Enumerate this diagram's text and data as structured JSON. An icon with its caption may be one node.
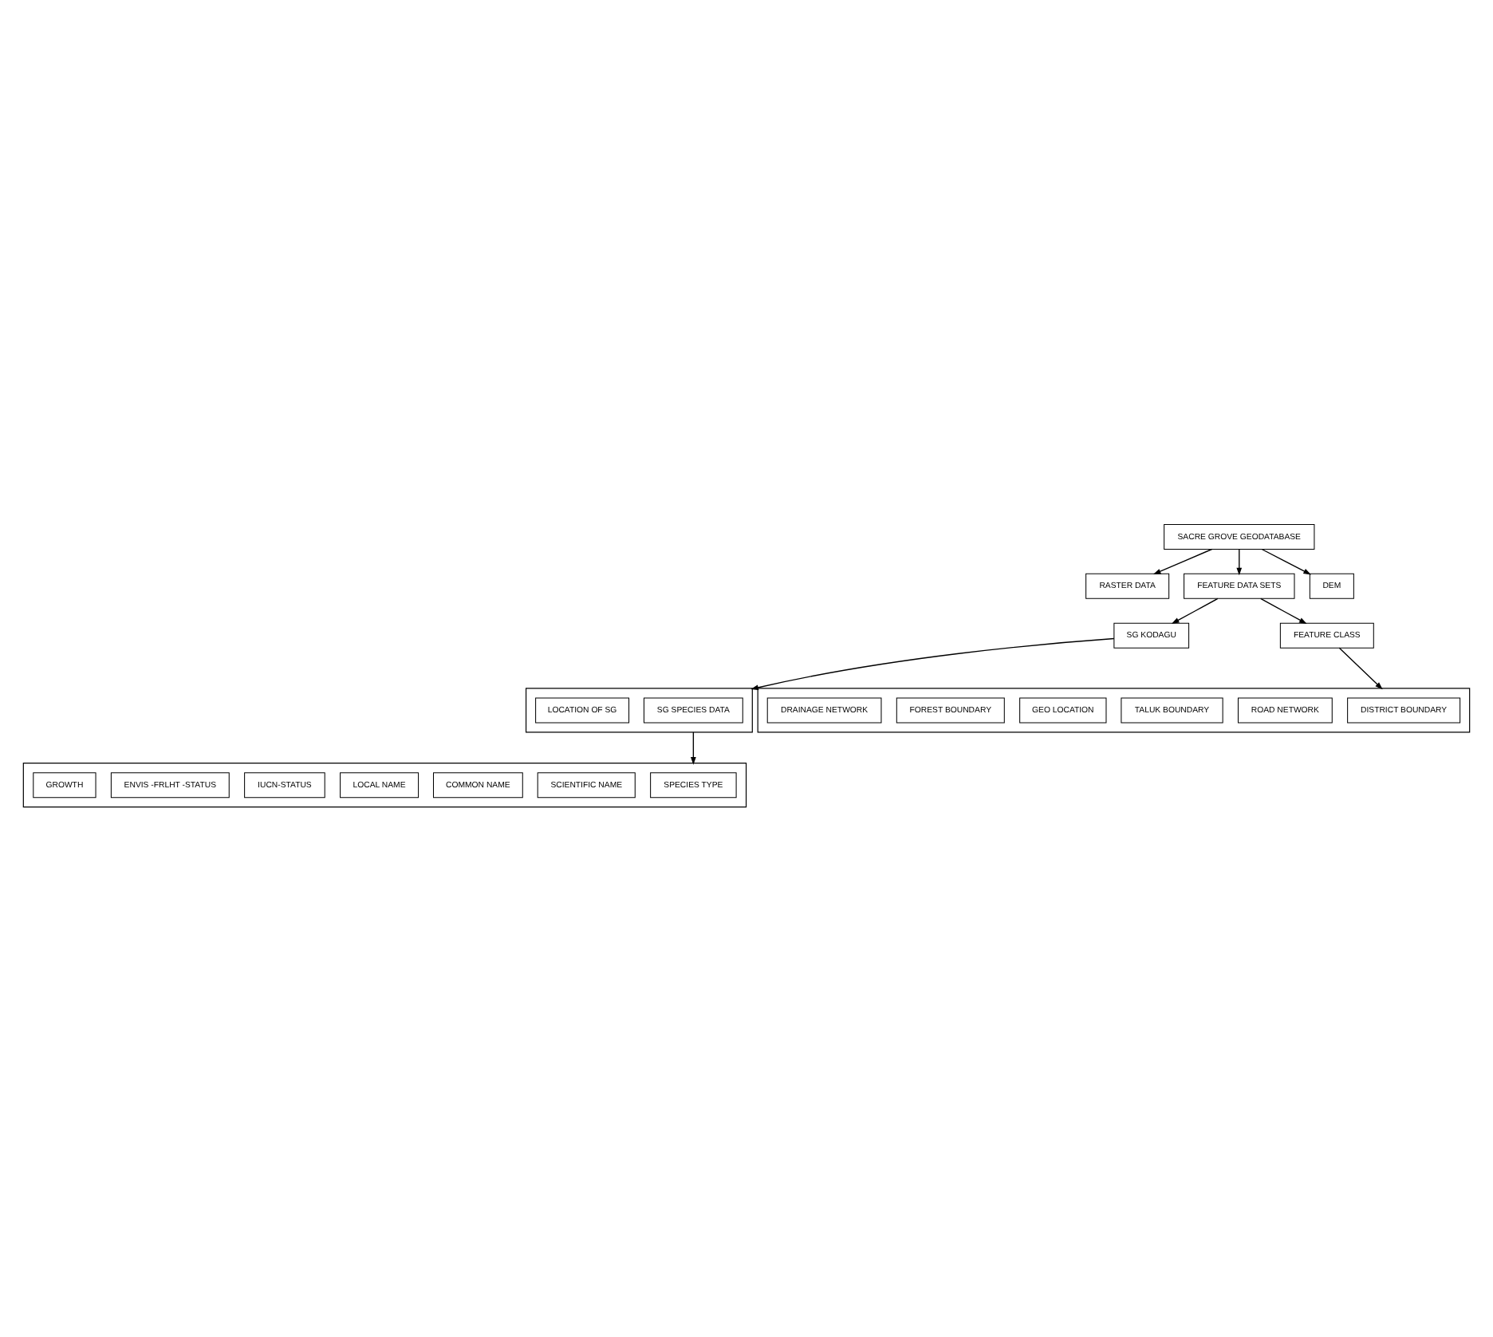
{
  "diagram": {
    "nodes": [
      {
        "text": [
          "SACRE GROVE GEODATABASE"
        ]
      },
      {
        "text": [
          "RASTER DATA"
        ]
      },
      {
        "text": [
          "FEATURE DATA SETS"
        ]
      },
      {
        "text": [
          "DEM"
        ]
      },
      {
        "text": [
          "SG KODAGU"
        ]
      },
      {
        "text": [
          "FEATURE CLASS"
        ]
      },
      {
        "text": [],
        "shape": "box"
      },
      {
        "text": [
          "SG SPECIES DATA"
        ],
        "in": 6
      },
      {
        "text": [
          "LOCATION OF SG"
        ],
        "in": 6
      },
      {
        "text": [],
        "shape": "box"
      },
      {
        "text": [
          "DISTRICT BOUNDARY"
        ],
        "in": 9
      },
      {
        "text": [
          "ROAD NETWORK"
        ],
        "in": 9
      },
      {
        "text": [
          "TALUK BOUNDARY"
        ],
        "in": 9
      },
      {
        "text": [
          "GEO LOCATION"
        ],
        "in": 9
      },
      {
        "text": [
          "FOREST BOUNDARY"
        ],
        "in": 9
      },
      {
        "text": [
          "DRAINAGE NETWORK"
        ],
        "in": 9
      },
      {
        "text": [],
        "shape": "box"
      },
      {
        "text": [
          "SPECIES TYPE"
        ],
        "in": 16
      },
      {
        "text": [
          "SCIENTIFIC NAME"
        ],
        "in": 16
      },
      {
        "text": [
          "COMMON NAME"
        ],
        "in": 16
      },
      {
        "text": [
          "LOCAL NAME"
        ],
        "in": 16
      },
      {
        "text": [
          "IUCN-STATUS"
        ],
        "in": 16
      },
      {
        "text": [
          "ENVIS -FRLHT -STATUS"
        ],
        "in": 16
      },
      {
        "text": [
          "GROWTH"
        ],
        "in": 16
      }
    ],
    "edges": [
      {
        "from": 0,
        "to": 1,
        "arrow": "to"
      },
      {
        "from": 0,
        "to": 2,
        "arrow": "to"
      },
      {
        "from": 0,
        "to": 3,
        "arrow": "to"
      },
      {
        "from": 2,
        "to": 4,
        "arrow": "to"
      },
      {
        "from": 2,
        "to": 5,
        "arrow": "to"
      },
      {
        "from": 5,
        "to": 9,
        "arrow": "to"
      },
      {
        "from": 4,
        "to": 6,
        "arrow": "to"
      },
      {
        "from": 6,
        "to": 16,
        "arrow": "to"
      }
    ]
  }
}
